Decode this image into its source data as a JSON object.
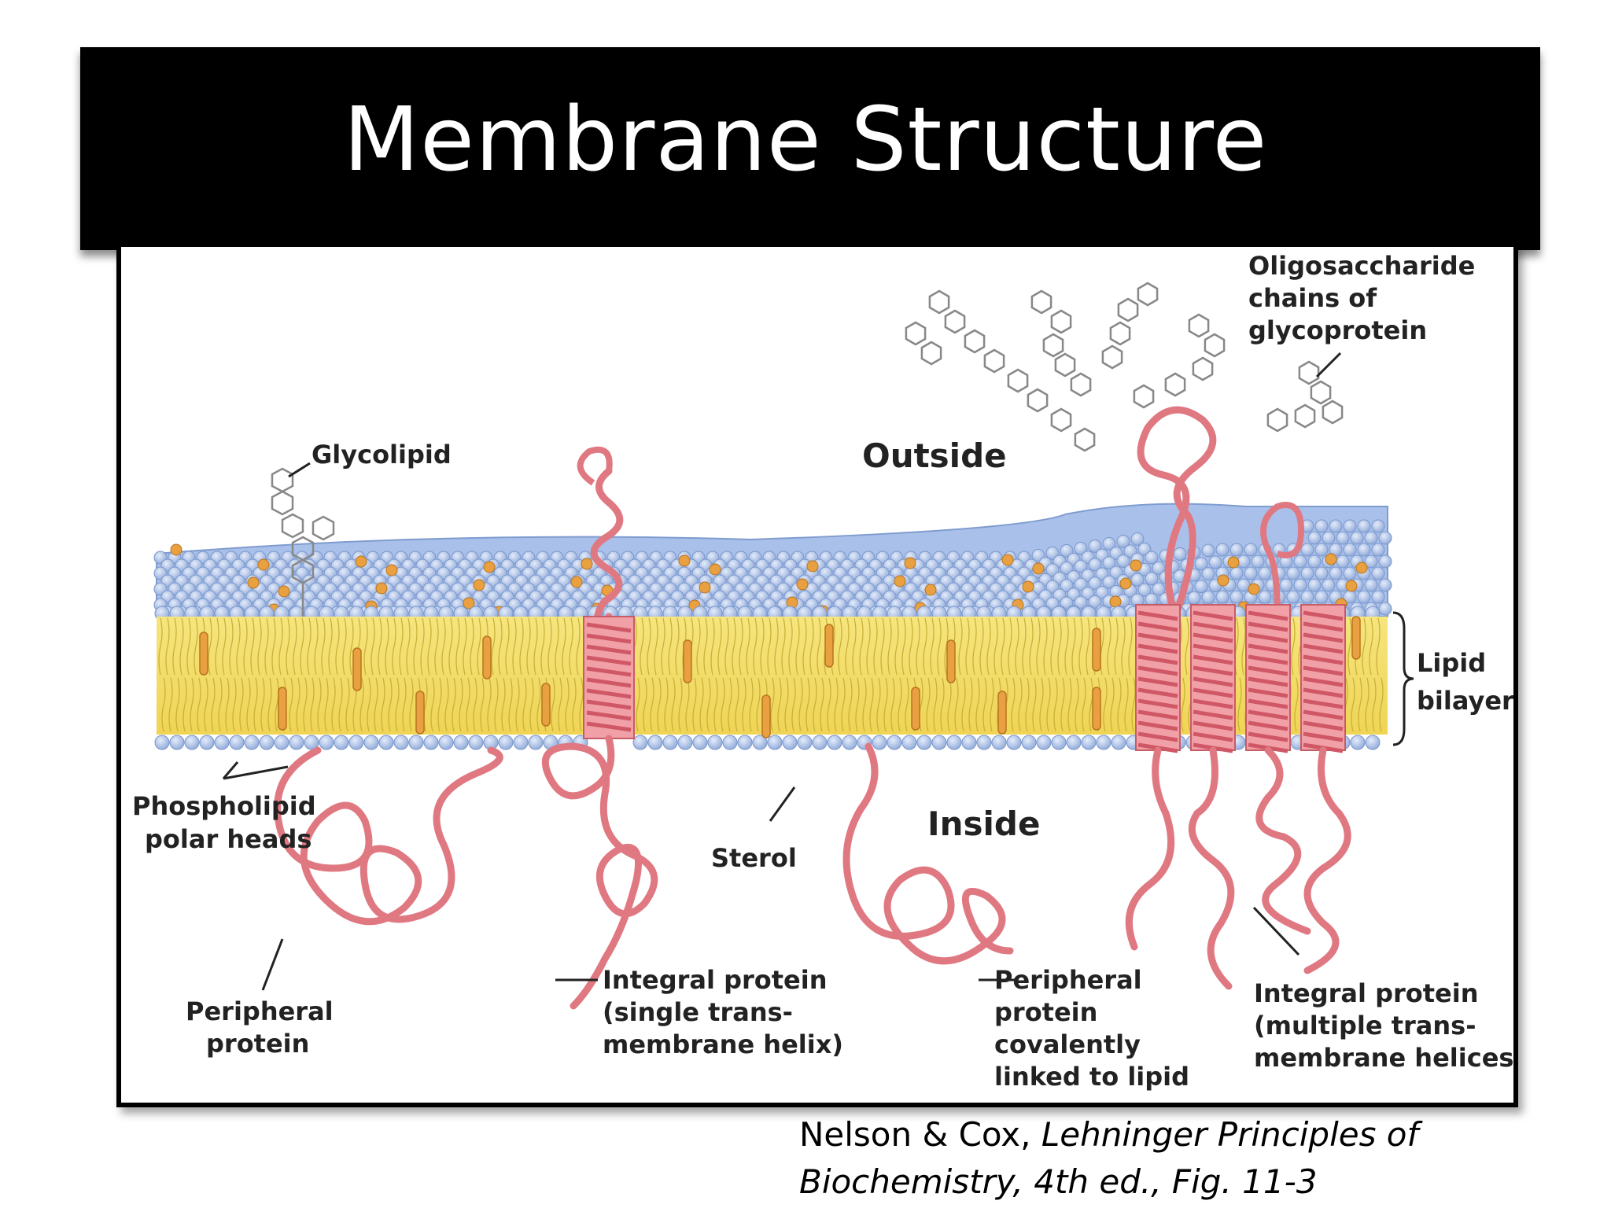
{
  "slide": {
    "title": "Membrane Structure"
  },
  "diagram": {
    "labels": {
      "glycolipid": "Glycolipid",
      "outside": "Outside",
      "inside": "Inside",
      "oligosaccharide": [
        "Oligosaccharide",
        "chains of",
        "glycoprotein"
      ],
      "lipid_bilayer": [
        "Lipid",
        "bilayer"
      ],
      "phospholipid_heads": [
        "Phospholipid",
        "polar heads"
      ],
      "sterol": "Sterol",
      "peripheral_protein": [
        "Peripheral",
        "protein"
      ],
      "integral_single": [
        "Integral protein",
        "(single trans-",
        "membrane helix)"
      ],
      "peripheral_covalent": [
        "Peripheral",
        "protein",
        "covalently",
        "linked to lipid"
      ],
      "integral_multiple": [
        "Integral protein",
        "(multiple trans-",
        "membrane helices)"
      ]
    },
    "colors": {
      "polar_heads": "#9fb8e3",
      "hydrophobic_core": "#f3df6a",
      "protein": "#e8828a",
      "sterol": "#e8a040",
      "sugar_rings": "#888888"
    }
  },
  "citation": {
    "authors": "Nelson & Cox, ",
    "book_line1": "Lehninger Principles of",
    "book_line2": "Biochemistry, 4th ed., Fig. 11-3"
  }
}
